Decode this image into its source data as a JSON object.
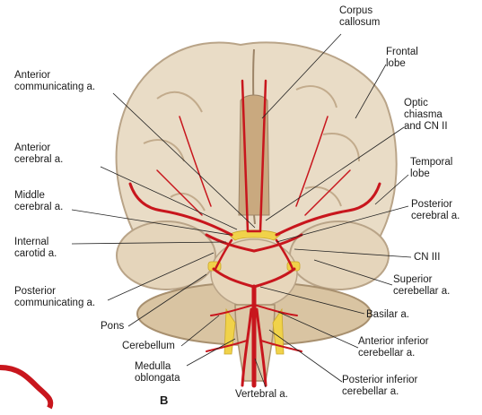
{
  "figure_letter": "B",
  "labels": {
    "corpus_callosum": [
      "Corpus",
      "callosum"
    ],
    "frontal_lobe": [
      "Frontal",
      "lobe"
    ],
    "optic_chiasma": [
      "Optic",
      "chiasma",
      "and CN II"
    ],
    "temporal_lobe": [
      "Temporal",
      "lobe"
    ],
    "posterior_cerebral": [
      "Posterior",
      "cerebral a."
    ],
    "cn_iii": [
      "CN III"
    ],
    "superior_cerebellar": [
      "Superior",
      "cerebellar a."
    ],
    "basilar": [
      "Basilar a."
    ],
    "anterior_inferior_cerebellar": [
      "Anterior inferior",
      "cerebellar a."
    ],
    "posterior_inferior_cerebellar": [
      "Posterior inferior",
      "cerebellar a."
    ],
    "vertebral": [
      "Vertebral a."
    ],
    "medulla_oblongata": [
      "Medulla",
      "oblongata"
    ],
    "cerebellum": [
      "Cerebellum"
    ],
    "pons": [
      "Pons"
    ],
    "posterior_communicating": [
      "Posterior",
      "communicating a."
    ],
    "internal_carotid": [
      "Internal",
      "carotid a."
    ],
    "middle_cerebral": [
      "Middle",
      "cerebral a."
    ],
    "anterior_cerebral": [
      "Anterior",
      "cerebral a."
    ],
    "anterior_communicating": [
      "Anterior",
      "communicating a."
    ]
  },
  "colors": {
    "brain": "#e9dcc6",
    "brain_shadow": "#b9a488",
    "artery": "#c8161d",
    "nerve": "#f0d24a",
    "leader": "#222222"
  }
}
